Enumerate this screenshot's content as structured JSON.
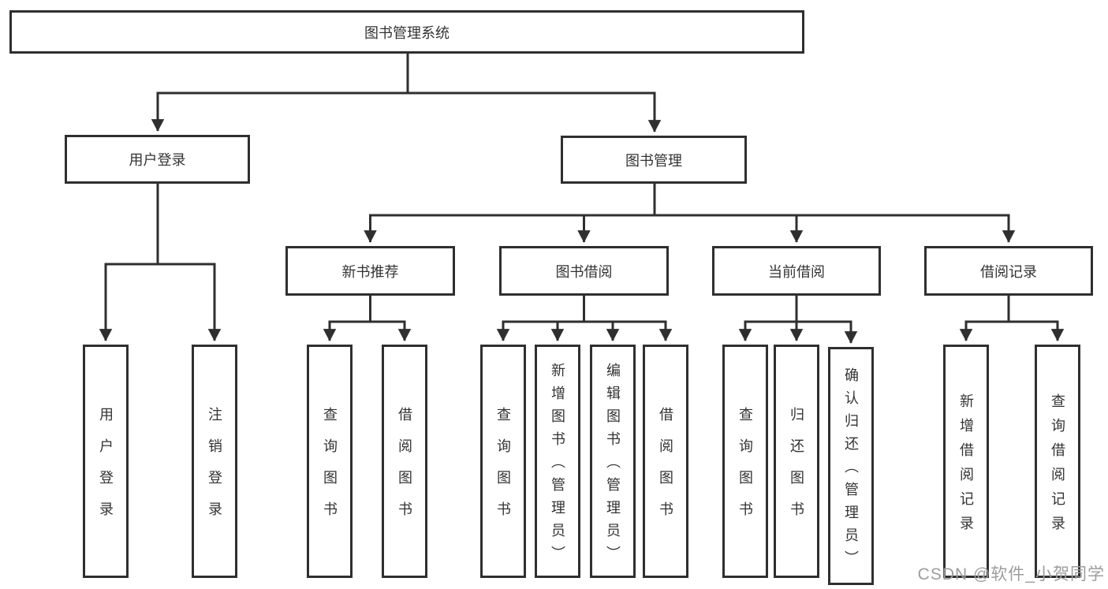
{
  "tree": {
    "root": {
      "label": "图书管理系统"
    },
    "user_login": {
      "label": "用户登录",
      "children": [
        {
          "label": "用户登录"
        },
        {
          "label": "注销登录"
        }
      ]
    },
    "book_management": {
      "label": "图书管理",
      "sections": [
        {
          "label": "新书推荐",
          "children": [
            {
              "label": "查询图书"
            },
            {
              "label": "借阅图书"
            }
          ]
        },
        {
          "label": "图书借阅",
          "children": [
            {
              "label": "查询图书"
            },
            {
              "label": "新增图书（管理员）"
            },
            {
              "label": "编辑图书（管理员）"
            },
            {
              "label": "借阅图书"
            }
          ]
        },
        {
          "label": "当前借阅",
          "children": [
            {
              "label": "查询图书"
            },
            {
              "label": "归还图书"
            },
            {
              "label": "确认归还（管理员）"
            }
          ]
        },
        {
          "label": "借阅记录",
          "children": [
            {
              "label": "新增借阅记录"
            },
            {
              "label": "查询借阅记录"
            }
          ]
        }
      ]
    }
  },
  "watermark": {
    "text": "CSDN @软件_小贺同学"
  },
  "colors": {
    "line": "#2f2f2f",
    "text": "#333333",
    "watermark": "#9d9d9d",
    "background": "#ffffff"
  }
}
